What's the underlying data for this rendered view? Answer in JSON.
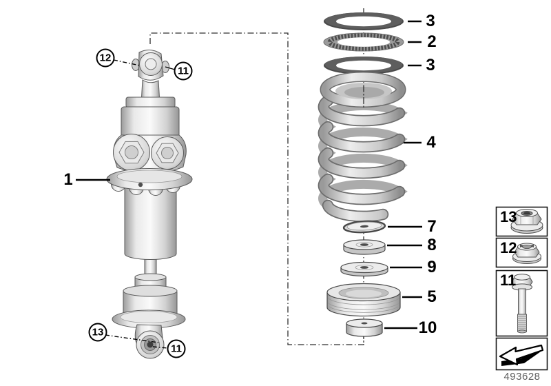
{
  "diagram": {
    "number": "493628",
    "callouts": {
      "n1": "1",
      "n2": "2",
      "n3a": "3",
      "n3b": "3",
      "n4": "4",
      "n5": "5",
      "n7": "7",
      "n8": "8",
      "n9": "9",
      "n10": "10",
      "n11a": "11",
      "n11b": "11",
      "n12": "12",
      "n13": "13"
    },
    "legend": [
      {
        "label": "13",
        "icon": "flange-nut-icon"
      },
      {
        "label": "12",
        "icon": "self-locking-flange-nut-icon"
      },
      {
        "label": "11",
        "icon": "flange-bolt-icon"
      },
      {
        "label": "",
        "icon": "direction-arrow-icon"
      }
    ],
    "colors": {
      "background": "#ffffff",
      "line": "#000000",
      "ring_dark": "#4a4a4a",
      "metal_light": "#fafafa",
      "metal_dark": "#969696",
      "id_text": "#5f5f5f"
    }
  }
}
